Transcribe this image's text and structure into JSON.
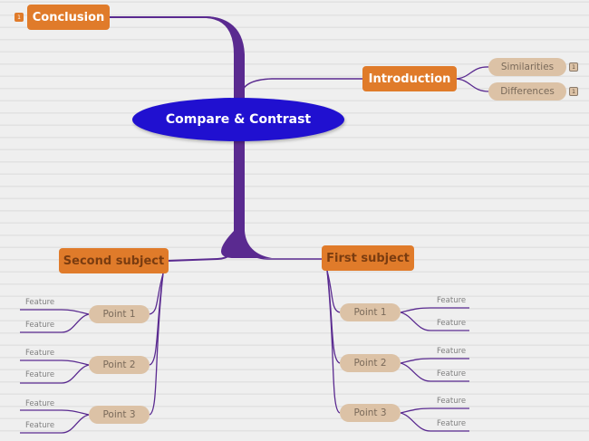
{
  "central": {
    "label": "Compare & Contrast",
    "color": "#2010d0"
  },
  "colors": {
    "branch": "#5a2a90",
    "main_topic": "#e07b2a",
    "sub_topic": "#dcc2a6"
  },
  "conclusion": {
    "label": "Conclusion",
    "badge": "1"
  },
  "introduction": {
    "label": "Introduction",
    "children": [
      {
        "label": "Similarities",
        "badge": "1"
      },
      {
        "label": "Differences",
        "badge": "1"
      }
    ]
  },
  "second_subject": {
    "label": "Second subject",
    "points": [
      {
        "label": "Point 1",
        "features": [
          "Feature",
          "Feature"
        ]
      },
      {
        "label": "Point 2",
        "features": [
          "Feature",
          "Feature"
        ]
      },
      {
        "label": "Point 3",
        "features": [
          "Feature",
          "Feature"
        ]
      }
    ]
  },
  "first_subject": {
    "label": "First subject",
    "points": [
      {
        "label": "Point 1",
        "features": [
          "Feature",
          "Feature"
        ]
      },
      {
        "label": "Point 2",
        "features": [
          "Feature",
          "Feature"
        ]
      },
      {
        "label": "Point 3",
        "features": [
          "Feature",
          "Feature"
        ]
      }
    ]
  }
}
